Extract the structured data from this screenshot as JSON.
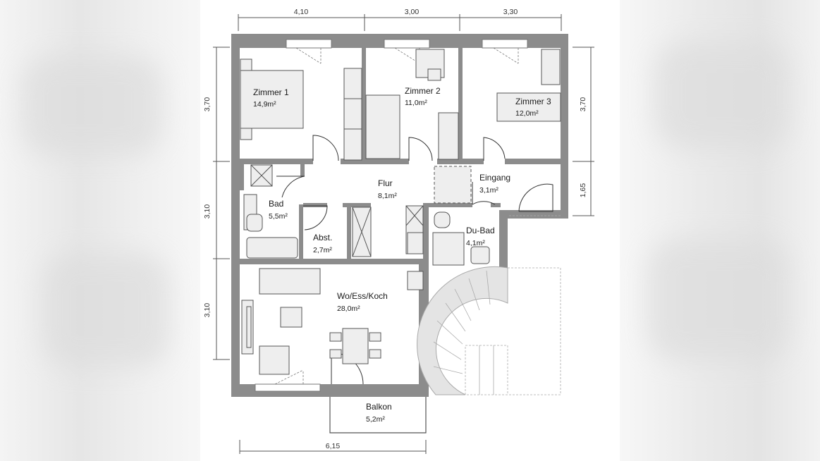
{
  "rooms": [
    {
      "name": "Zimmer 1",
      "area": "14,9m²"
    },
    {
      "name": "Zimmer 2",
      "area": "11,0m²"
    },
    {
      "name": "Zimmer 3",
      "area": "12,0m²"
    },
    {
      "name": "Flur",
      "area": "8,1m²"
    },
    {
      "name": "Eingang",
      "area": "3,1m²"
    },
    {
      "name": "Bad",
      "area": "5,5m²"
    },
    {
      "name": "Abst.",
      "area": "2,7m²"
    },
    {
      "name": "Du-Bad",
      "area": "4,1m²"
    },
    {
      "name": "Wo/Ess/Koch",
      "area": "28,0m²"
    },
    {
      "name": "Balkon",
      "area": "5,2m²"
    }
  ],
  "dimensions": {
    "top": [
      "4,10",
      "3,00",
      "3,30"
    ],
    "left": [
      "3,70",
      "3,10",
      "3,10"
    ],
    "right": [
      "3,70",
      "1,65"
    ],
    "bottom": "6,15"
  },
  "colors": {
    "wall": "#8c8c8c",
    "furniture_fill": "#eeeeee",
    "stair_fill": "#e4e4e4",
    "background": "#ffffff"
  }
}
